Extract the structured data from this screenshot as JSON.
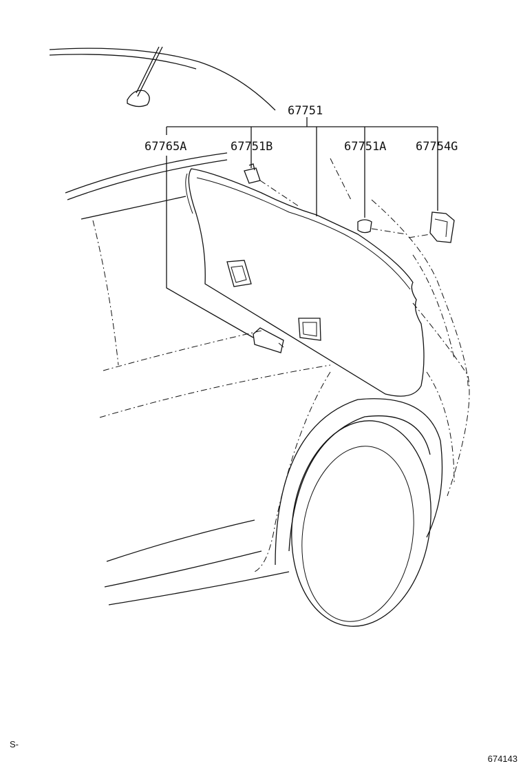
{
  "diagram": {
    "parts": {
      "main": "67751",
      "left": "67765A",
      "clip_b": "67751B",
      "clip_a": "67751A",
      "bracket": "67754G"
    },
    "corner_left": "S-",
    "corner_right": "674143"
  }
}
